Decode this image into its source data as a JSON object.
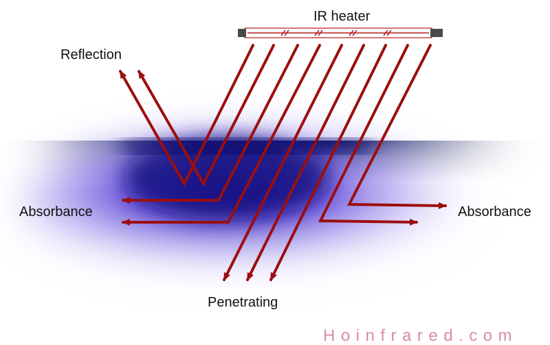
{
  "labels": {
    "heater": "IR heater",
    "reflection": "Reflection",
    "absorbance_left": "Absorbance",
    "absorbance_right": "Absorbance",
    "penetrating": "Penetrating"
  },
  "watermark": "Hoinfrared.com",
  "colors": {
    "ray": "#9b0e0e",
    "heater_tube": "#b01c1c",
    "end_cap": "#4a4a4a",
    "material_dark": "#04105a",
    "material_glow": "#3a12d0",
    "watermark": "#d98ca4",
    "text": "#111111"
  }
}
